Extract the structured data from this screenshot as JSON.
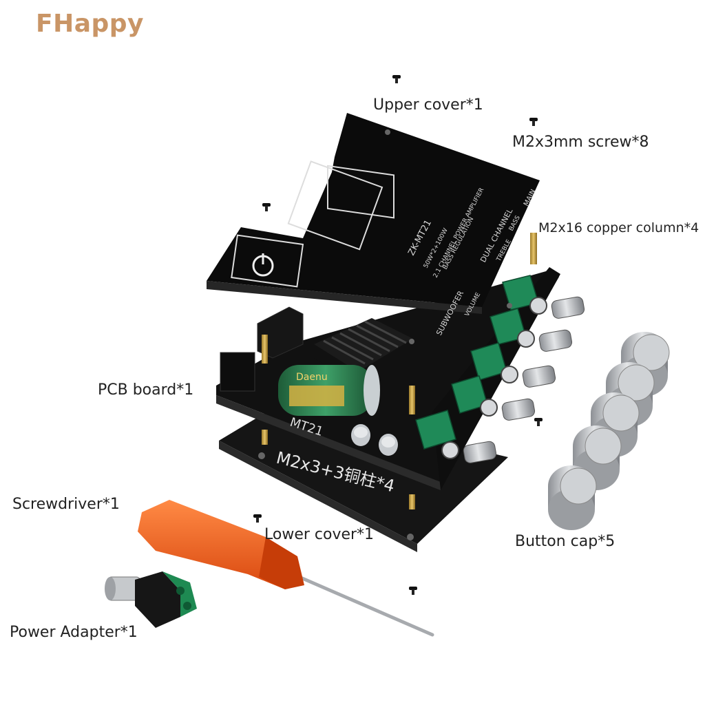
{
  "brand": {
    "text": "FHappy",
    "color": "#c99566"
  },
  "labels": {
    "upper_cover": "Upper cover*1",
    "screw": "M2x3mm screw*8",
    "copper_column": "M2x16 copper column*4",
    "pcb_board": "PCB board*1",
    "screwdriver": "Screwdriver*1",
    "lower_cover": "Lower cover*1",
    "button_cap": "Button cap*5",
    "power_adapter": "Power Adapter*1"
  },
  "upper_plate_text": {
    "model": "ZK-MT21",
    "subtitle": "2.1 CHANNEL POWER AMPLIFIER",
    "power": "50W*2+100W",
    "bass": "BASS REGULATION",
    "channel": "DUAL CHANNEL",
    "subwoofer": "SUBWOOFER",
    "treble": "TREBLE",
    "bass_label": "BASS",
    "volume": "VOLUME",
    "main": "MAIN"
  },
  "pcb_text": {
    "model": "MT21",
    "brand_cap": "Daenu"
  },
  "lower_plate_text": "M2x3+3铜柱*4",
  "colors": {
    "board": "#141414",
    "knob": "#b9bcc0",
    "heatsink": "#1c1c1c",
    "capacitor": "#2e7d4f",
    "screwdriver": "#f0651e",
    "terminal": "#1e8a52"
  }
}
